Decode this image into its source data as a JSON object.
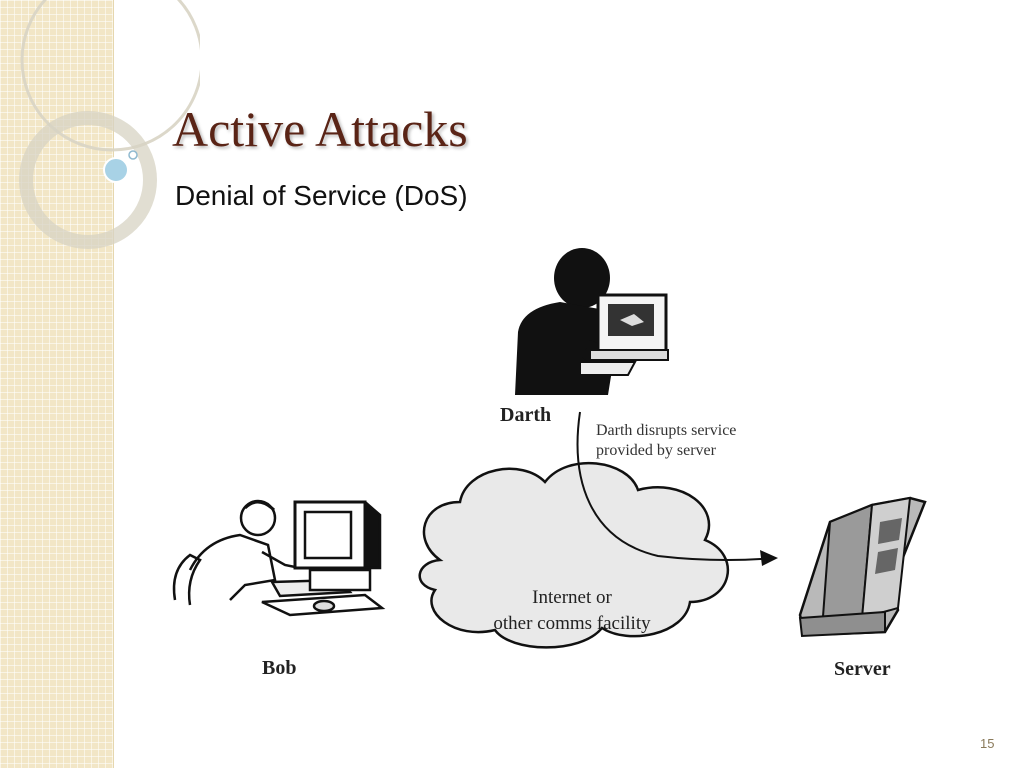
{
  "slide": {
    "title": "Active Attacks",
    "subtitle": "Denial of Service (DoS)",
    "page_number": "15"
  },
  "diagram": {
    "attacker_label": "Darth",
    "attacker_note": [
      "Darth disrupts service",
      "provided by server"
    ],
    "user_label": "Bob",
    "server_label": "Server",
    "cloud_text": [
      "Internet or",
      "other comms facility"
    ]
  },
  "colors": {
    "title": "#5a2416",
    "sidebar": "#f2e6c6",
    "cloud_fill": "#e9e9e9",
    "accent_bubble": "#a8d2e6"
  },
  "icons": [
    "darth-attacker-icon",
    "bob-user-icon",
    "server-icon",
    "cloud-icon",
    "arrow-icon"
  ]
}
